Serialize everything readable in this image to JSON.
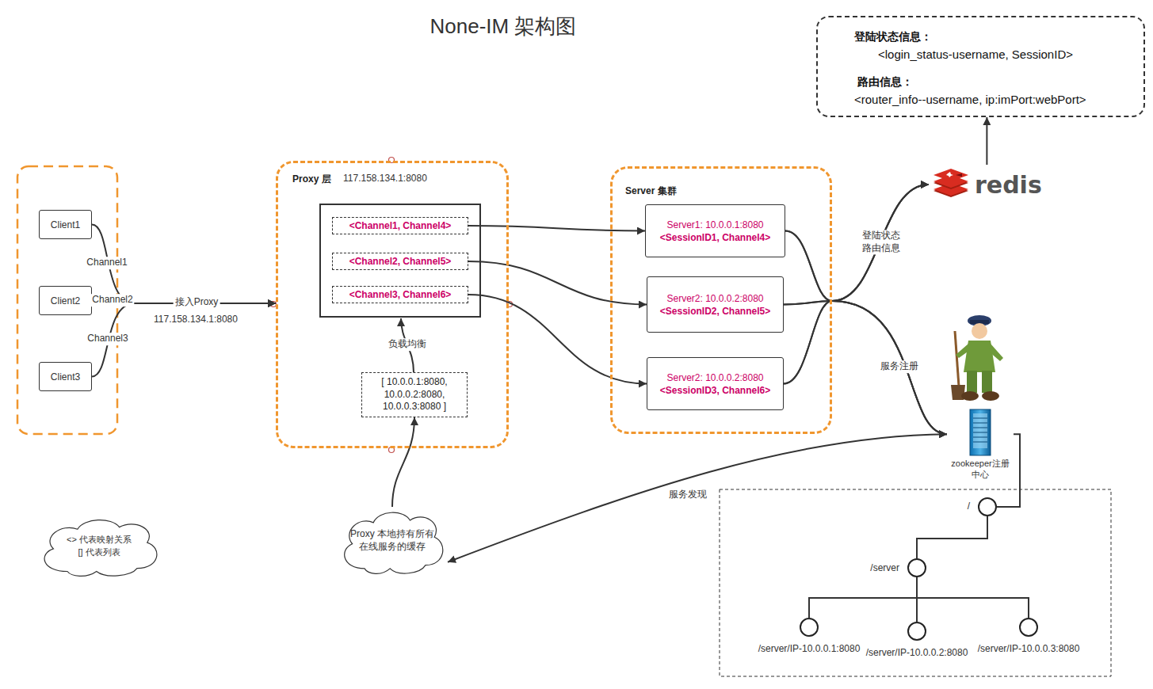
{
  "diagram": {
    "title": "None-IM 架构图",
    "nodes": [
      {
        "text": [
          "登陆状态信息：",
          "<login_status-username, SessionID>",
          "路由信息：",
          "<router_info--username, ip:imPort:webPort>"
        ]
      },
      {
        "text": [
          "redis"
        ]
      },
      {
        "text": [
          "Client1"
        ]
      },
      {
        "text": [
          "Client2"
        ]
      },
      {
        "text": [
          "Client3"
        ]
      },
      {
        "text": [
          "Proxy 层",
          "117.158.134.1:8080"
        ]
      },
      {
        "text": [
          "<Channel1, Channel4>"
        ],
        "in": 5
      },
      {
        "text": [
          "<Channel2, Channel5>"
        ],
        "in": 5
      },
      {
        "text": [
          "<Channel3, Channel6>"
        ],
        "in": 5
      },
      {
        "text": [
          "[ 10.0.0.1:8080, 10.0.0.2:8080, 10.0.0.3:8080 ]"
        ],
        "in": 5
      },
      {
        "text": [
          "Server 集群"
        ]
      },
      {
        "text": [
          "Server1: 10.0.0.1:8080",
          "<SessionID1, Channel4>"
        ],
        "in": 10
      },
      {
        "text": [
          "Server2: 10.0.0.2:8080",
          "<SessionID2, Channel5>"
        ],
        "in": 10
      },
      {
        "text": [
          "Server2: 10.0.0.2:8080",
          "<SessionID3, Channel6>"
        ],
        "in": 10
      },
      {
        "text": [
          "zookeeper注册中心"
        ]
      },
      {
        "text": [
          "Proxy 本地持有所有在线服务的缓存"
        ]
      },
      {
        "text": [
          "/"
        ]
      },
      {
        "text": [
          "/server"
        ]
      },
      {
        "text": [
          "/server/IP-10.0.0.1:8080"
        ]
      },
      {
        "text": [
          "/server/IP-10.0.0.2:8080"
        ]
      },
      {
        "text": [
          "/server/IP-10.0.0.3:8080"
        ]
      },
      {
        "text": [
          "<> 代表映射关系",
          "[] 代表列表"
        ]
      }
    ],
    "edges": [
      {
        "from": 2,
        "to": 5,
        "label": "Channel1",
        "arrow": "to"
      },
      {
        "from": 3,
        "to": 5,
        "label": "Channel2",
        "arrow": "to"
      },
      {
        "from": 4,
        "to": 5,
        "label": "Channel3",
        "arrow": "to"
      },
      {
        "from": 6,
        "to": 11,
        "arrow": "to"
      },
      {
        "from": 7,
        "to": 12,
        "arrow": "to"
      },
      {
        "from": 8,
        "to": 13,
        "arrow": "to"
      },
      {
        "from": 11,
        "to": 1,
        "arrow": "to"
      },
      {
        "from": 12,
        "to": 1,
        "label": "登陆状态 路由信息",
        "arrow": "to"
      },
      {
        "from": 13,
        "to": 1,
        "arrow": "to"
      },
      {
        "from": 11,
        "to": 14,
        "arrow": "to"
      },
      {
        "from": 12,
        "to": 14,
        "label": "服务注册",
        "arrow": "to"
      },
      {
        "from": 13,
        "to": 14,
        "arrow": "to"
      },
      {
        "from": 1,
        "to": 0,
        "arrow": "to"
      },
      {
        "from": 15,
        "to": 9,
        "arrow": "to"
      },
      {
        "from": 14,
        "to": 15,
        "label": "服务发现",
        "arrow": "to"
      },
      {
        "from": 14,
        "to": 16,
        "arrow": "none"
      },
      {
        "from": 16,
        "to": 17,
        "arrow": "none"
      },
      {
        "from": 17,
        "to": 18,
        "arrow": "none"
      },
      {
        "from": 17,
        "to": 19,
        "arrow": "none"
      },
      {
        "from": 17,
        "to": 20,
        "arrow": "none"
      }
    ],
    "labels": [
      "接入Proxy",
      "117.158.134.1:8080",
      "负载均衡"
    ]
  }
}
